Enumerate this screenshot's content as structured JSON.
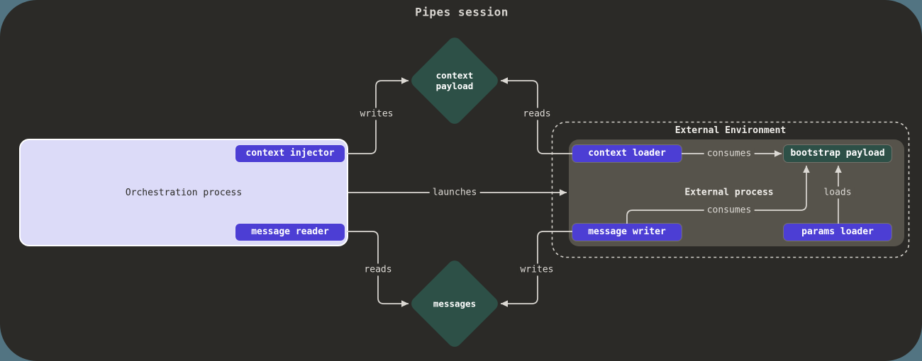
{
  "colors": {
    "page_background": "#527482",
    "canvas_background": "#2b2a27",
    "accent_indigo": "#4c3ed4",
    "accent_green": "#2d5047",
    "orchestration_fill": "#dcdbf8",
    "external_process_fill": "#56534b",
    "line": "#dcd9d4",
    "text_light": "#dcd9d4",
    "text_dark": "#2b2a27"
  },
  "diagram": {
    "title": "Pipes session",
    "containers": {
      "orchestration": {
        "label": "Orchestration process"
      },
      "external_environment": {
        "label": "External Environment"
      },
      "external_process": {
        "label": "External process"
      }
    },
    "nodes": {
      "context_payload": {
        "type": "diamond",
        "label": "context\npayload"
      },
      "messages": {
        "type": "diamond",
        "label": "messages"
      },
      "context_injector": {
        "type": "button",
        "label": "context injector"
      },
      "message_reader": {
        "type": "button",
        "label": "message reader"
      },
      "context_loader": {
        "type": "button",
        "label": "context loader"
      },
      "bootstrap_payload": {
        "type": "button",
        "label": "bootstrap payload"
      },
      "message_writer": {
        "type": "button",
        "label": "message writer"
      },
      "params_loader": {
        "type": "button",
        "label": "params loader"
      }
    },
    "edges": [
      {
        "from": "context injector",
        "to": "context payload",
        "label": "writes"
      },
      {
        "from": "context loader",
        "to": "context payload",
        "label": "reads"
      },
      {
        "from": "Orchestration process",
        "to": "External process",
        "label": "launches"
      },
      {
        "from": "message reader",
        "to": "messages",
        "label": "reads"
      },
      {
        "from": "message writer",
        "to": "messages",
        "label": "writes"
      },
      {
        "from": "context loader",
        "to": "bootstrap payload",
        "label": "consumes"
      },
      {
        "from": "message writer",
        "to": "bootstrap payload",
        "label": "consumes"
      },
      {
        "from": "params loader",
        "to": "bootstrap payload",
        "label": "loads"
      }
    ]
  }
}
